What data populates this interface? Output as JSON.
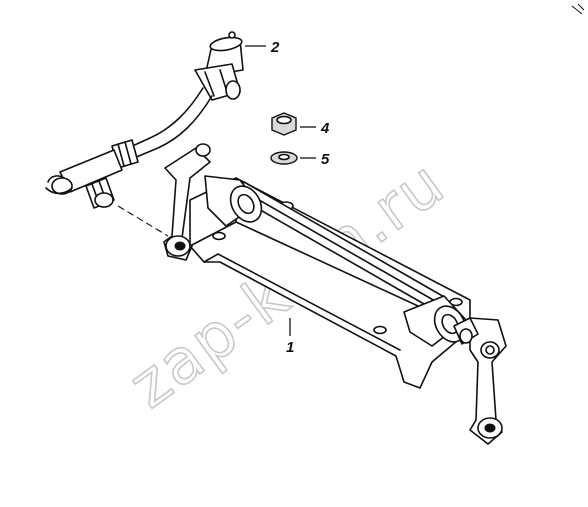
{
  "watermark": {
    "text": "zap-kam.ru"
  },
  "callouts": [
    {
      "id": "1",
      "label": "1"
    },
    {
      "id": "2",
      "label": "2"
    },
    {
      "id": "4",
      "label": "4"
    },
    {
      "id": "5",
      "label": "5"
    }
  ],
  "colors": {
    "ink": "#111111",
    "watermark": "#c8c8c8",
    "background": "#ffffff"
  }
}
